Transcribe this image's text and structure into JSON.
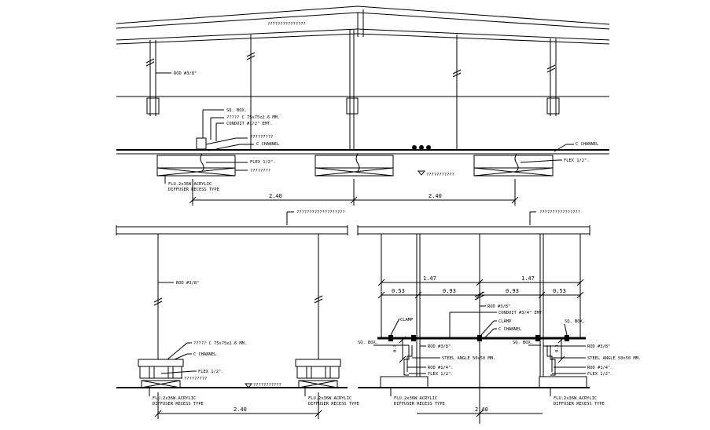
{
  "top_section": {
    "ridge_label": "???????????????",
    "rod_label": "ROD #3/8\"",
    "sq_box_label": "SQ. BOX.",
    "c_channel_spec_label": "????? C 75x75x2.6 MM.",
    "conduit_label": "CONDUIT #1/2\" EMT.",
    "q_label_1": "?????????",
    "c_channel_label": "C CHANNEL",
    "c_channel_right_label": "C CHANNEL",
    "flex_label": "FLEX 1/2\".",
    "flex_right_label": "FLEX 1/2\".",
    "q_label_2": "????????",
    "ceiling_label": "???????????",
    "diffuser_line1": "FLU.2x36W.ACRYLIC",
    "diffuser_line2": "DIFFUSER RECESS TYPE",
    "dim_left": "2.40",
    "dim_right": "2.40"
  },
  "bottom_left": {
    "title_label": "???????????????????",
    "rod_label": "ROD #3/8\"",
    "c_channel_spec_label": "????? C 75x75x2.6 MM.",
    "c_channel_label": "C CHANNEL",
    "flex_label": "FLEX 1/2\".",
    "q_label": "?????????",
    "ceiling_label": "???????????",
    "diffuser_left_line1": "FLU.2x36W.ACRYLIC",
    "diffuser_left_line2": "DIFFUSER RECESS TYPE",
    "diffuser_right_line1": "FLU.2x36W.ACRYLIC",
    "diffuser_right_line2": "DIFFUSER RECESS TYPE",
    "dim": "2.40"
  },
  "bottom_right": {
    "title_label": "????????????????",
    "dim_1_47_left": "1.47",
    "dim_1_47_right": "1.47",
    "dim_0_53_left": "0.53",
    "dim_0_93_left": "0.93",
    "dim_0_93_right": "0.93",
    "dim_0_53_right": "0.53",
    "rod_center_label": "ROD #3/8\"",
    "conduit_label": "CONDUIT #3/4\" EMT.",
    "clamp_left_label": "CLAMP",
    "clamp_center_label": "CLAMP",
    "c_channel_label": "C CHANNEL",
    "sq_box_right_label": "SQ. BOX.",
    "sq_box_left_label": "SQ. BOX.",
    "sq_box_center_label": "SQ. BOX.",
    "rod_left_label": "ROD #3/8\"",
    "rod_right_label": "ROD #3/8\"",
    "dim_0_3_left": "0.3",
    "dim_0_3_right": "0.3",
    "steel_angle_left_label": "STEEL ANGLE 50x50 MM.",
    "steel_angle_right_label": "STEEL ANGLE 50x50 MM.",
    "rod_14_left_label": "ROD #1/4\".",
    "rod_14_right_label": "ROD #1/4\".",
    "flex_left_label": "FLEX 1/2\".",
    "flex_right_label": "FLEX 1/2\".",
    "diffuser_left_line1": "FLU.2x36W.ACRYLIC",
    "diffuser_left_line2": "DIFFUSER RECESS TYPE",
    "diffuser_right_line1": "FLU.2x36W.ACRYLIC",
    "diffuser_right_line2": "DIFFUSER RECESS TYPE",
    "dim_bottom": "2.40"
  }
}
